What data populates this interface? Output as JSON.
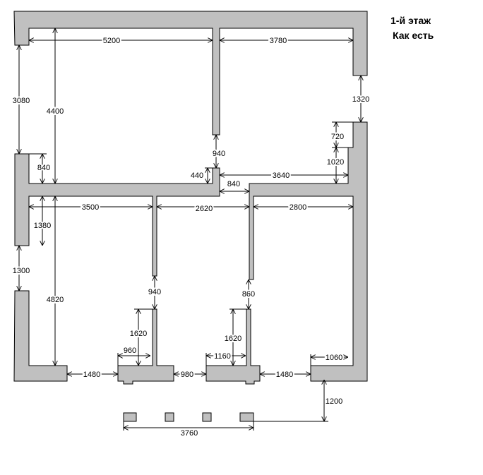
{
  "title": {
    "line1": "1-й этаж",
    "line2": "Как есть"
  },
  "colors": {
    "wall": "#c0c0c0",
    "line": "#000000"
  },
  "dimensions": {
    "top_left_room_width": "5200",
    "top_right_room_width": "3780",
    "left_opening_upper": "3080",
    "top_left_room_depth": "4400",
    "left_wall_stub": "840",
    "partition_gap": "940",
    "stub_height": "440",
    "corridor_width": "3640",
    "corridor_opening": "840",
    "right_opening": "1320",
    "right_recess": "720",
    "right_step": "1020",
    "room_a_width": "3500",
    "room_b_width": "2620",
    "room_c_width": "2800",
    "left_wall_lower": "1380",
    "room_a_depth": "4820",
    "left_opening_lower": "1300",
    "partition_b_gap": "940",
    "partition_c_gap": "860",
    "partition_b_lower": "1620",
    "partition_c_lower": "1620",
    "bay_b_width": "960",
    "bay_c_width": "1160",
    "bay_d_width": "1060",
    "opening_1": "1480",
    "opening_2": "980",
    "opening_3": "1480",
    "porch_offset": "1200",
    "porch_width": "3760"
  }
}
